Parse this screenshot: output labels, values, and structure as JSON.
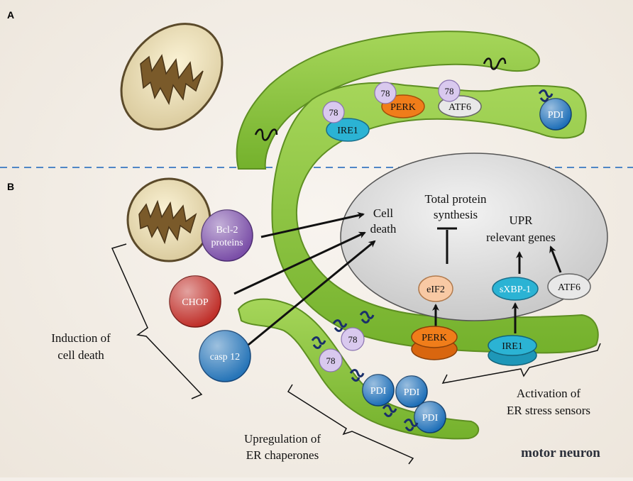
{
  "panels": {
    "a": "A",
    "b": "B"
  },
  "grp78": "78",
  "labels": {
    "ire1_top": "IRE1",
    "perk_top": "PERK",
    "atf6_top": "ATF6",
    "pdi_top": "PDI",
    "bcl2_line1": "Bcl-2",
    "bcl2_line2": "proteins",
    "chop": "CHOP",
    "casp12": "casp 12",
    "cell_death_line1": "Cell",
    "cell_death_line2": "death",
    "total_protein_line1": "Total protein",
    "total_protein_line2": "synthesis",
    "upr_line1": "UPR",
    "upr_line2": "relevant genes",
    "eif2": "eIF2",
    "sxbp1": "sXBP-1",
    "atf6_bottom": "ATF6",
    "perk_bottom": "PERK",
    "ire1_bottom": "IRE1",
    "pdi": "PDI",
    "induction_line1": "Induction of",
    "induction_line2": "cell death",
    "upreg_line1": "Upregulation of",
    "upreg_line2": "ER chaperones",
    "activation_line1": "Activation of",
    "activation_line2": "ER stress sensors",
    "motor_neuron": "motor neuron"
  },
  "colors": {
    "er_green": "#8dc63f",
    "nucleus_gray": "#dcdcdc",
    "ire1_teal": "#2bb3d4",
    "perk_orange": "#f07d1a",
    "grp78_lavender": "#d9c9ee",
    "pdi_blue": "#1e6fb8",
    "bcl2_purple": "#7b4fa8",
    "chop_red": "#c0302a",
    "casp12_blue": "#2775b8",
    "eif2_peach": "#f8c9a4",
    "divider_blue": "#4f86c6"
  }
}
